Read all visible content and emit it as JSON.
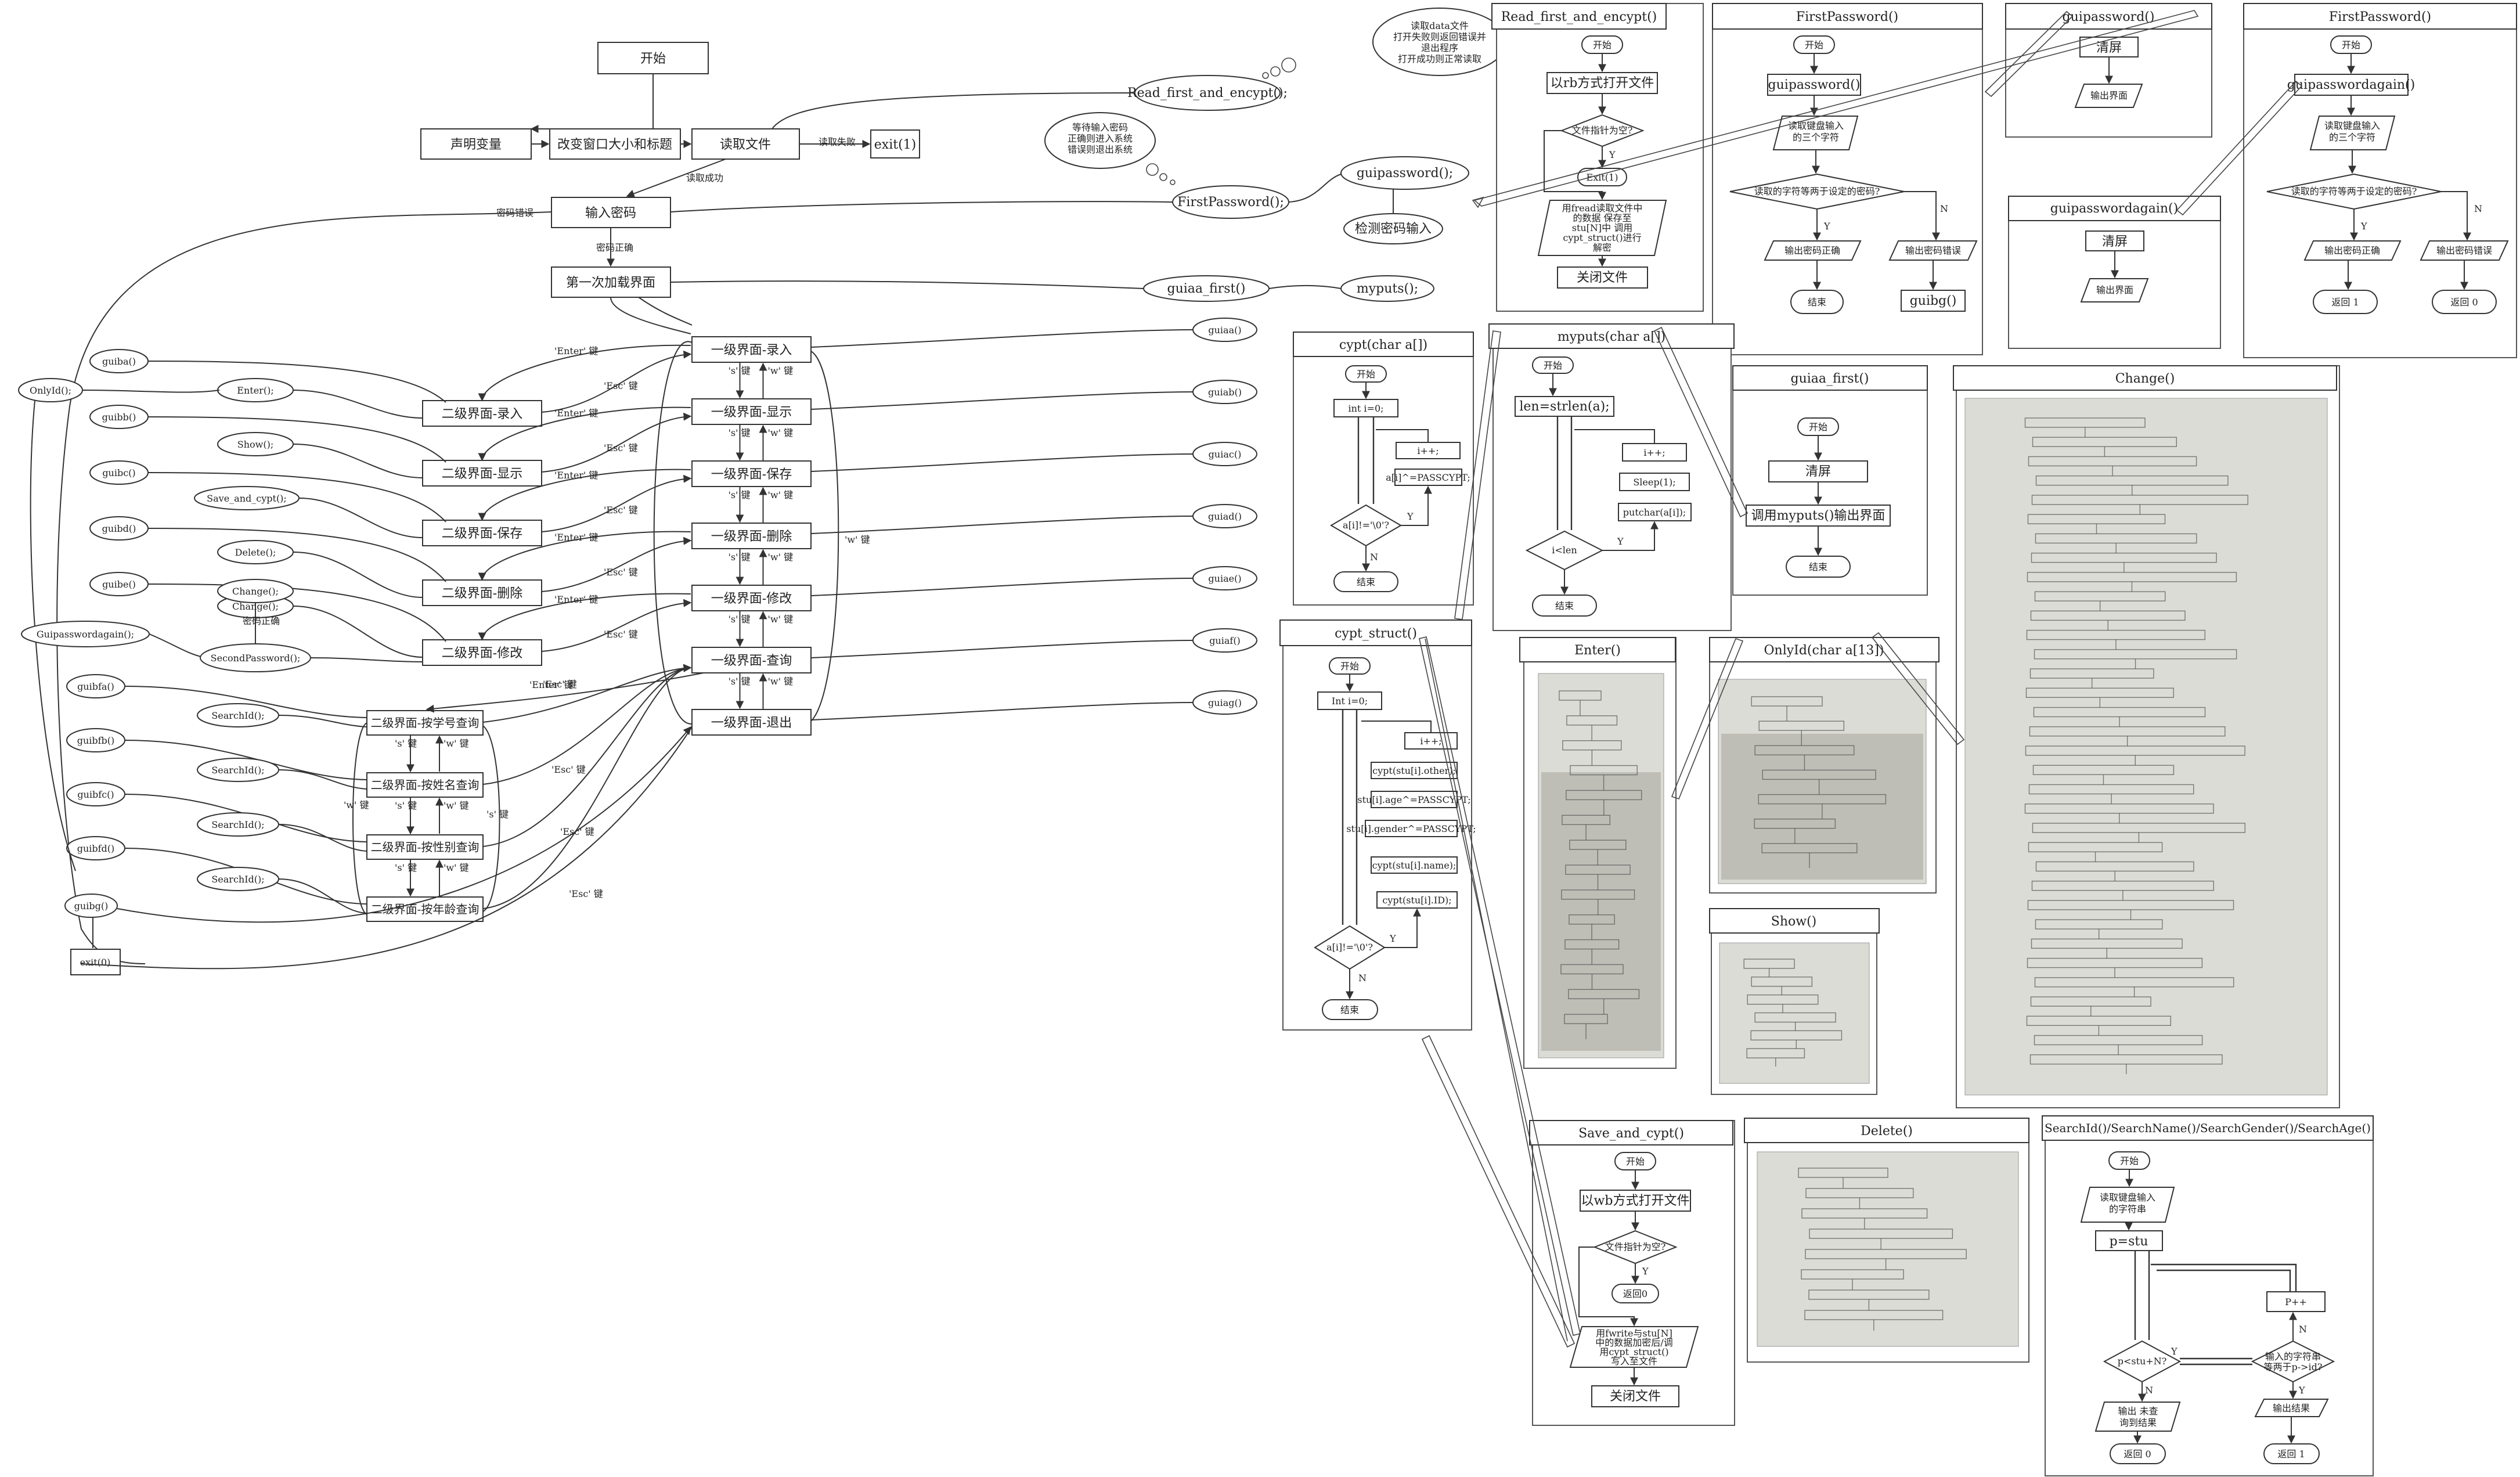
{
  "main": {
    "start": "开始",
    "declare": "声明变量",
    "resize": "改变窗口大小和标题",
    "read_file": "读取文件",
    "read_fail": "读取失败",
    "read_ok": "读取成功",
    "exit1": "exit(1)",
    "input_pwd": "输入密码",
    "pwd_wrong": "密码错误",
    "pwd_right": "密码正确",
    "first_load": "第一次加载界面",
    "exit0": "exit(0)",
    "read_first_call": "Read_first_and_encypt();",
    "first_password_call": "FirstPassword();",
    "guipassword_call": "guipassword();",
    "check_pwd": "检测密码输入",
    "guiaa_first": "guiaa_first()",
    "myputs": "myputs();",
    "cloud_read": [
      "读取data文件",
      "打开失败则返回错误并",
      "退出程序",
      "打开成功则正常读取"
    ],
    "cloud_pwd": [
      "等待输入密码",
      "正确则进入系统",
      "错误则退出系统"
    ],
    "primary": [
      "一级界面-录入",
      "一级界面-显示",
      "一级界面-保存",
      "一级界面-删除",
      "一级界面-修改",
      "一级界面-查询",
      "一级界面-退出"
    ],
    "primary_gui": [
      "guiaa()",
      "guiab()",
      "guiac()",
      "guiad()",
      "guiae()",
      "guiaf()",
      "guiag()"
    ],
    "secondary": [
      "二级界面-录入",
      "二级界面-显示",
      "二级界面-保存",
      "二级界面-删除",
      "二级界面-修改"
    ],
    "secondary_gui": [
      "guiba()",
      "guibb()",
      "guibc()",
      "guibd()",
      "guibe()"
    ],
    "secondary_fn": [
      "Enter();",
      "Show();",
      "Save_and_cypt();",
      "Delete();",
      "Change();"
    ],
    "query": [
      "二级界面-按学号查询",
      "二级界面-按姓名查询",
      "二级界面-按性别查询",
      "二级界面-按年龄查询"
    ],
    "query_gui": [
      "guibfa()",
      "guibfb()",
      "guibfc()",
      "guibfd()"
    ],
    "search_id": "SearchId();",
    "guibg": "guibg()",
    "onlyid": "OnlyId();",
    "gui_again": "Guipasswordagain();",
    "second_pwd": "SecondPassword();",
    "pwd_right2": "密码正确",
    "key_enter": "'Enter' 键",
    "key_esc": "'Esc' 键",
    "key_s": "'s' 键",
    "key_w": "'w' 键"
  },
  "panels": {
    "read_first": {
      "title": "Read_first_and_encypt()",
      "steps": [
        "开始",
        "以rb方式打开文件",
        "文件指针为空?",
        "Exit(1)",
        "用fread读取文件中",
        "的数据 保存至",
        "stu[N]中 调用",
        "cypt_struct()进行",
        "解密",
        "关闭文件"
      ],
      "yes": "Y"
    },
    "first_password": {
      "title": "FirstPassword()",
      "steps": [
        "开始",
        "guipassword()",
        "读取键盘输入",
        "的三个字符",
        "读取的字符等两于设定的密码?",
        "输出密码正确",
        "输出密码错误",
        "结束",
        "guibg()"
      ],
      "yes": "Y",
      "no": "N"
    },
    "guipassword": {
      "title": "guipassword()",
      "steps": [
        "清屏",
        "输出界面"
      ]
    },
    "first_password2": {
      "title": "FirstPassword()",
      "steps": [
        "开始",
        "guipasswordagain()",
        "读取键盘输入",
        "的三个字符",
        "读取的字符等两于设定的密码?",
        "输出密码正确",
        "输出密码错误",
        "返回 1",
        "返回 0"
      ],
      "yes": "Y",
      "no": "N"
    },
    "guipasswordagain": {
      "title": "guipasswordagain()",
      "steps": [
        "清屏",
        "输出界面"
      ]
    },
    "cypt": {
      "title": "cypt(char a[])",
      "steps": [
        "开始",
        "int i=0;",
        "i++;",
        "a[i]^=PASSCYPT;",
        "a[i]!='\\0'?",
        "结束"
      ],
      "yes": "Y",
      "no": "N"
    },
    "myputs": {
      "title": "myputs(char a[])",
      "steps": [
        "开始",
        "len=strlen(a);",
        "i++;",
        "Sleep(1);",
        "putchar(a[i]);",
        "i<len",
        "结束"
      ],
      "yes": "Y"
    },
    "guiaa_first": {
      "title": "guiaa_first()",
      "steps": [
        "开始",
        "清屏",
        "调用myputs()输出界面",
        "结束"
      ]
    },
    "change": {
      "title": "Change()"
    },
    "cypt_struct": {
      "title": "cypt_struct()",
      "steps": [
        "开始",
        "Int i=0;",
        "i++;",
        "cypt(stu[i].other);",
        "stu[i].age^=PASSCYPT;",
        "stu[i].gender^=PASSCYPT;",
        "cypt(stu[i].name);",
        "cypt(stu[i].ID);",
        "a[i]!='\\0'?",
        "结束"
      ],
      "yes": "Y",
      "no": "N"
    },
    "enter": {
      "title": "Enter()"
    },
    "onlyid": {
      "title": "OnlyId(char a[13])"
    },
    "show": {
      "title": "Show()"
    },
    "save": {
      "title": "Save_and_cypt()",
      "steps": [
        "开始",
        "以wb方式打开文件",
        "文件指针为空?",
        "返回0",
        "用fwrite与stu[N]",
        "中的数据加密后/调",
        "用cypt_struct()",
        "写入至文件",
        "关闭文件"
      ],
      "yes": "Y"
    },
    "delete": {
      "title": "Delete()"
    },
    "search": {
      "title": "SearchId()/SearchName()/SearchGender()/SearchAge()",
      "steps": [
        "开始",
        "读取键盘输入",
        "的字符串",
        "p=stu",
        "P++",
        "p<stu+N?",
        "输入的字符串",
        "等两于p->id?",
        "输出 未查",
        "询到结果",
        "输出结果",
        "返回 0",
        "返回 1"
      ],
      "yes": "Y",
      "no": "N"
    }
  },
  "colors": {
    "line": "#333333",
    "photo_bg": "#dcdcd6",
    "photo_dark": "#8e8e88"
  }
}
